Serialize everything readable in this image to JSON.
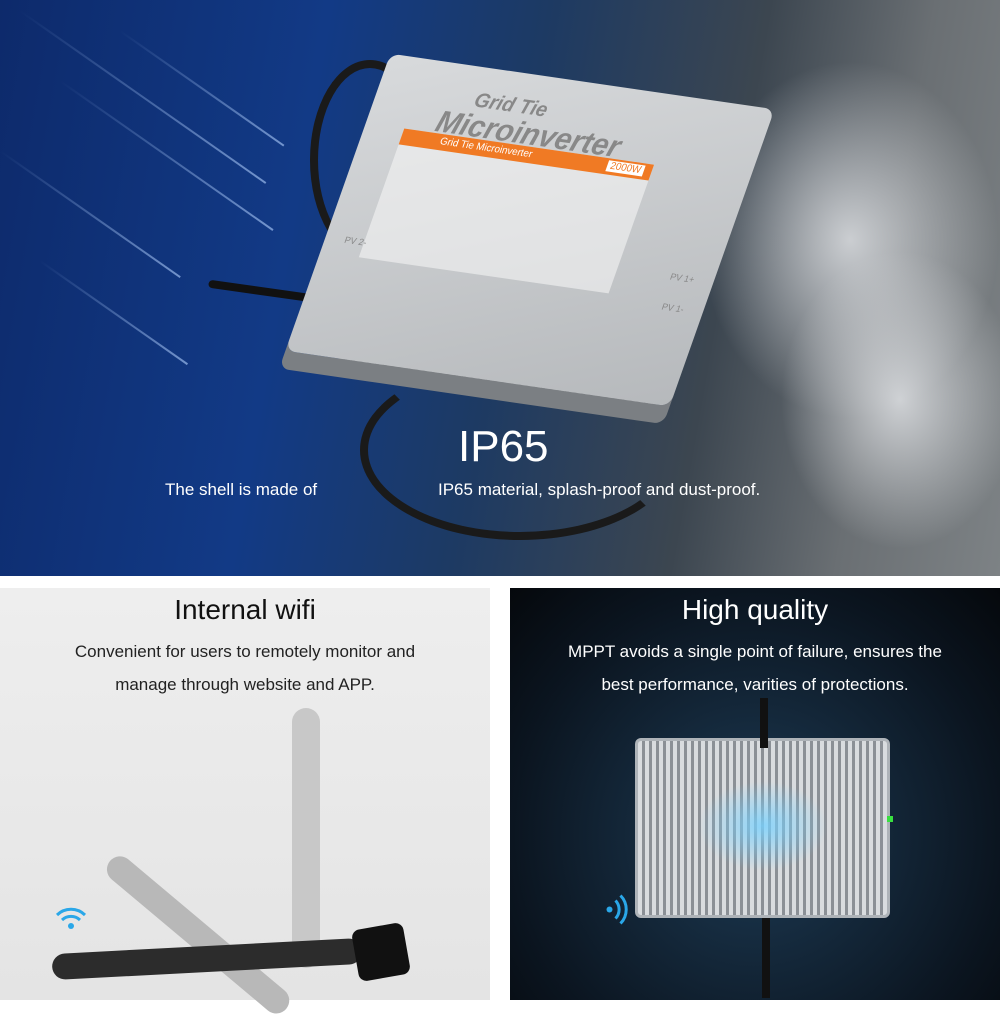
{
  "top_panel": {
    "headline": "IP65",
    "caption_left": "The shell is made of",
    "caption_right": "IP65 material, splash-proof and dust-proof.",
    "device_label": {
      "brand_line1": "Grid Tie",
      "brand_line2": "Microinverter",
      "plate_title": "Grid Tie Microinverter",
      "plate_power": "2000W",
      "port_labels": [
        "PV 1+",
        "PV 1-",
        "PV 2-"
      ]
    }
  },
  "wifi_panel": {
    "title": "Internal wifi",
    "lines": [
      "Convenient for users to remotely monitor and",
      "manage through website and APP."
    ],
    "icon": "wifi-icon"
  },
  "quality_panel": {
    "title": "High quality",
    "lines": [
      "MPPT avoids a single point of failure, ensures the",
      "best performance, varities of protections."
    ],
    "icon": "wifi-icon"
  },
  "colors": {
    "accent_orange": "#f07a24",
    "wifi_blue": "#2aa7e8",
    "status_green": "#39e040"
  }
}
